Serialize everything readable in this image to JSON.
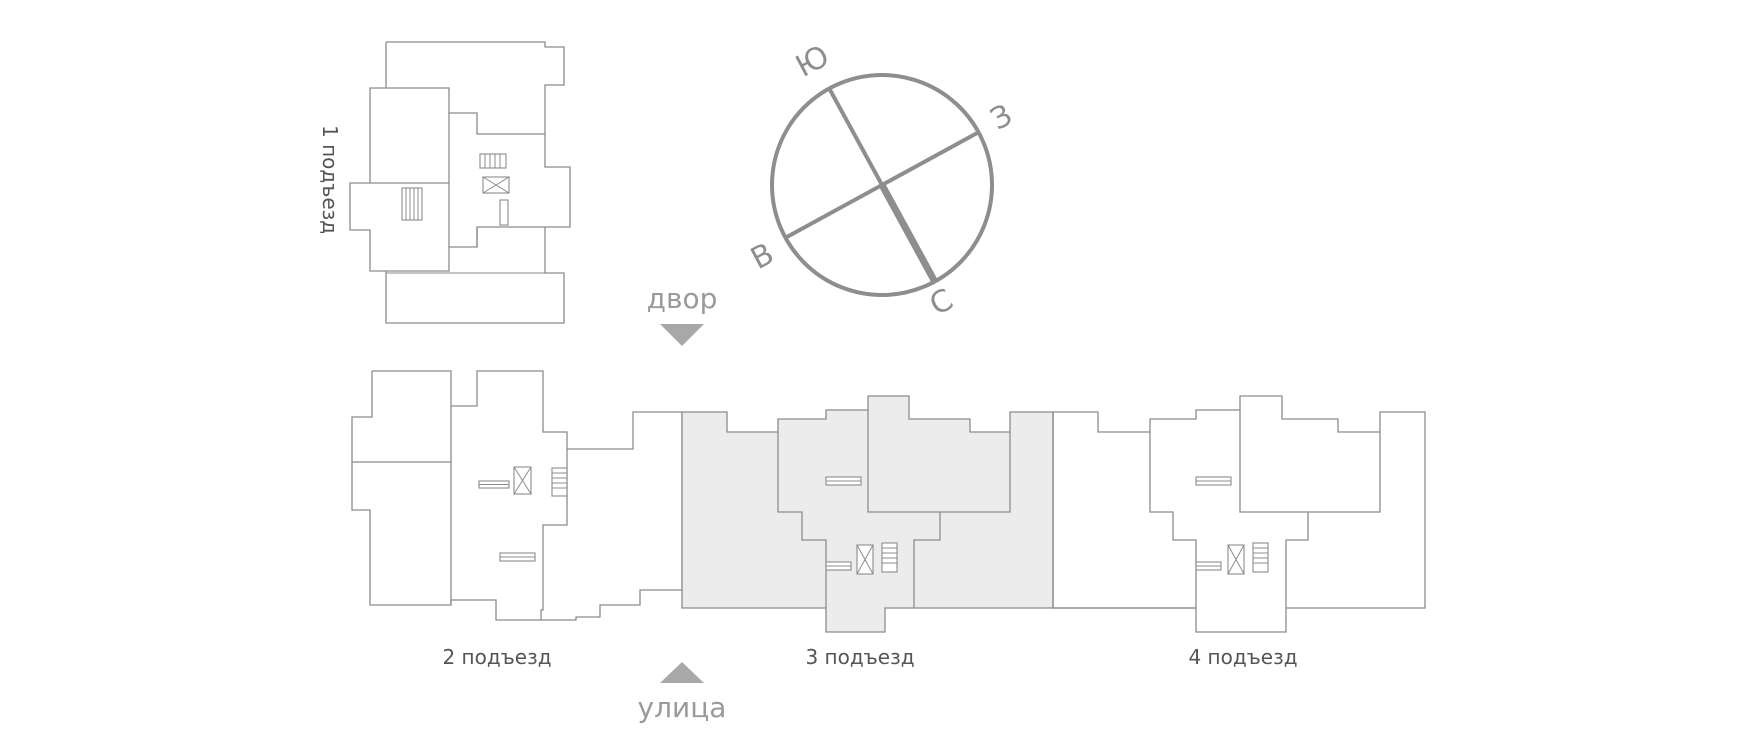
{
  "compass": {
    "south": "Ю",
    "west": "З",
    "east": "В",
    "north": "С"
  },
  "directions": {
    "courtyard": "двор",
    "street": "улица"
  },
  "entrances": [
    {
      "label": "1 подъезд"
    },
    {
      "label": "2 подъезд"
    },
    {
      "label": "3 подъезд",
      "highlighted": true
    },
    {
      "label": "4 подъезд"
    }
  ],
  "colors": {
    "line": "#8c8c8c",
    "highlight_fill": "#ececec",
    "arrow": "#a8a8a8"
  }
}
